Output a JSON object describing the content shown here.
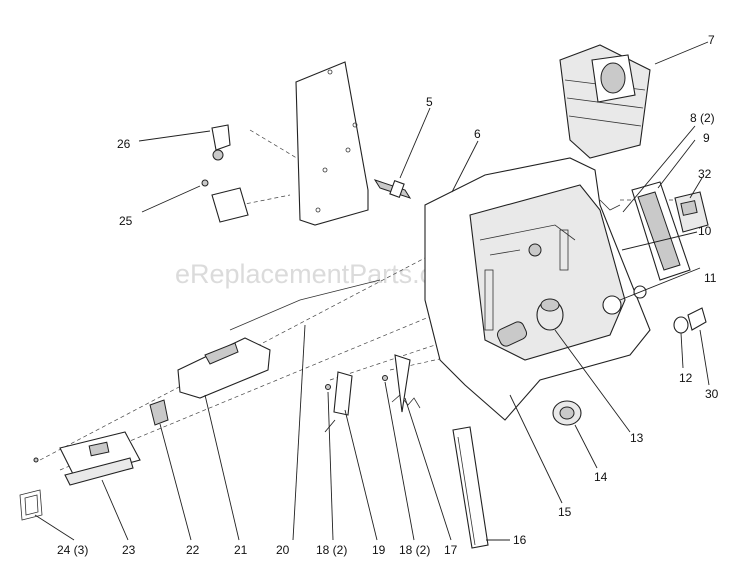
{
  "watermark": "eReplacementParts.com",
  "callouts": {
    "c26": "26",
    "c25": "25",
    "c5": "5",
    "c6": "6",
    "c7": "7",
    "c8": "8 (2)",
    "c9": "9",
    "c32": "32",
    "c10": "10",
    "c11": "11",
    "c12": "12",
    "c30": "30",
    "c13": "13",
    "c14": "14",
    "c15": "15",
    "c16": "16",
    "c17": "17",
    "c18b": "18 (2)",
    "c19": "19",
    "c18a": "18 (2)",
    "c20": "20",
    "c21": "21",
    "c22": "22",
    "c23": "23",
    "c24": "24 (3)"
  }
}
